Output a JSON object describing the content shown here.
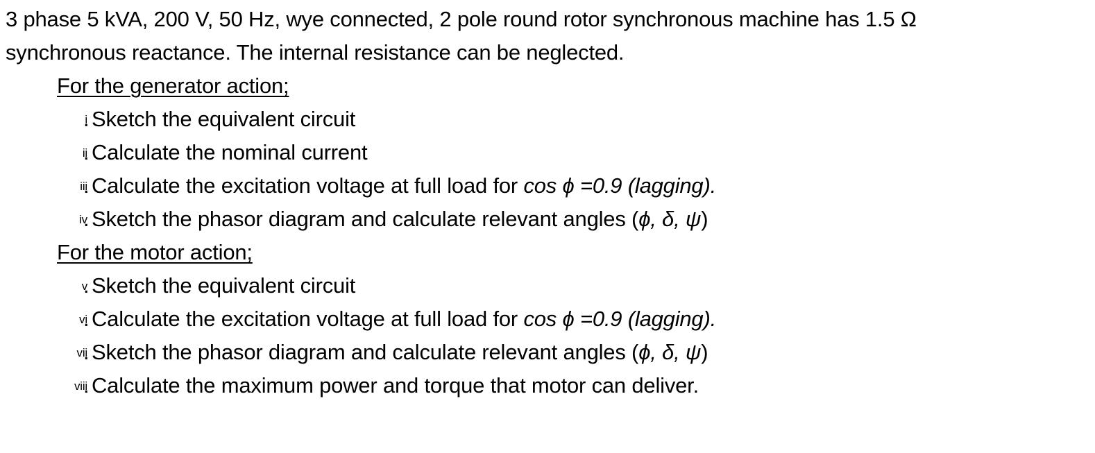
{
  "problem": {
    "intro_line1": "3 phase 5 kVA, 200 V, 50 Hz, wye connected, 2 pole round rotor synchronous machine has 1.5 Ω",
    "intro_line2": "synchronous reactance. The internal resistance can be neglected."
  },
  "generator": {
    "heading": "For the generator action;",
    "items": [
      {
        "num": "i",
        "text": "Sketch the equivalent circuit",
        "math": ""
      },
      {
        "num": "ii",
        "text": "Calculate the nominal current",
        "math": ""
      },
      {
        "num": "iii",
        "text": "Calculate the excitation voltage at full load for ",
        "math": "cos ϕ =0.9 (lagging)."
      },
      {
        "num": "iv",
        "text": "Sketch the phasor diagram and calculate relevant angles (",
        "math": "ϕ, δ, ψ",
        "tail": ")"
      }
    ]
  },
  "motor": {
    "heading": "For the motor action;",
    "items": [
      {
        "num": "v",
        "text": "Sketch the equivalent circuit",
        "math": ""
      },
      {
        "num": "vi",
        "text": "Calculate the excitation voltage at full load for ",
        "math": "cos ϕ =0.9 (lagging)."
      },
      {
        "num": "vii",
        "text": "Sketch the phasor diagram and calculate relevant angles (",
        "math": "ϕ, δ, ψ",
        "tail": ")"
      },
      {
        "num": "viii",
        "text": "Calculate the maximum power and torque that motor can deliver.",
        "math": ""
      }
    ]
  },
  "list_separator": "."
}
